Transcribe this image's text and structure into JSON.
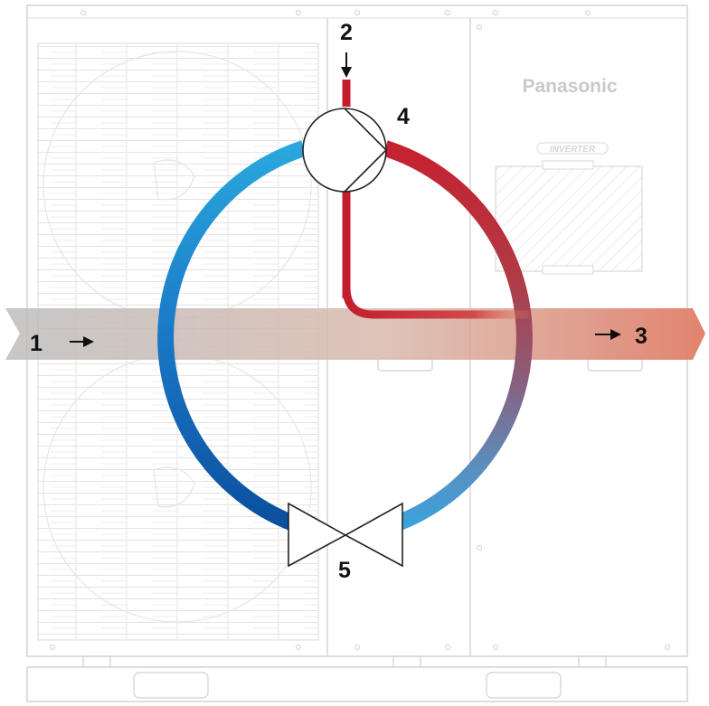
{
  "unit": {
    "brand": "Panasonic",
    "logo_text": "INVERTER"
  },
  "labels": {
    "one": "1",
    "two": "2",
    "three": "3",
    "four": "4",
    "five": "5"
  },
  "colors": {
    "cold": "#0b57a8",
    "cold_light": "#29a6de",
    "hot": "#c4202c",
    "hot_mid": "#8e5a78",
    "airflow_in": "#c8c8c8",
    "airflow_out": "#e58a76",
    "outline": "#d4d4d4"
  },
  "icons": {
    "compressor": "compressor-symbol",
    "expansion_valve": "expansion-valve-symbol",
    "arrow": "arrow-right"
  }
}
